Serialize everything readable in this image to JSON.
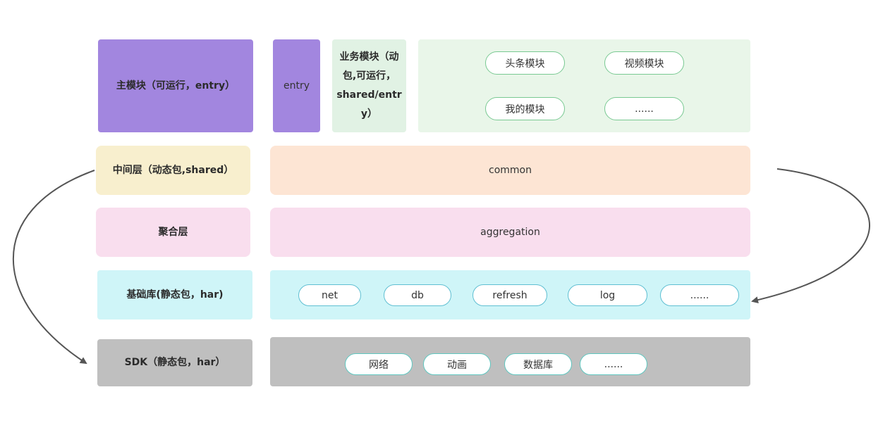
{
  "colors": {
    "purple": "#a286df",
    "light_green": "#e9f6e9",
    "business_green": "#e1f2e4",
    "yellow": "#f8efce",
    "peach": "#fde5d4",
    "pink": "#f9deee",
    "cyan": "#cff5f8",
    "gray": "#bfbfbf",
    "arrow": "#555555"
  },
  "rows": {
    "main": {
      "label": "主模块（可运行，entry）",
      "entry": "entry",
      "business": [
        "业务模块（动",
        "包,可运行，",
        "shared/entr",
        "y）"
      ],
      "modules": [
        "头条模块",
        "视频模块",
        "我的模块",
        "......"
      ]
    },
    "middle": {
      "label": "中间层（动态包,shared）",
      "content": "common"
    },
    "aggregation": {
      "label": "聚合层",
      "content": "aggregation"
    },
    "base": {
      "label": "基础库(静态包，har)",
      "items": [
        "net",
        "db",
        "refresh",
        "log",
        "......"
      ]
    },
    "sdk": {
      "label": "SDK（静态包，har）",
      "items": [
        "网络",
        "动画",
        "数据库",
        "......"
      ]
    }
  }
}
